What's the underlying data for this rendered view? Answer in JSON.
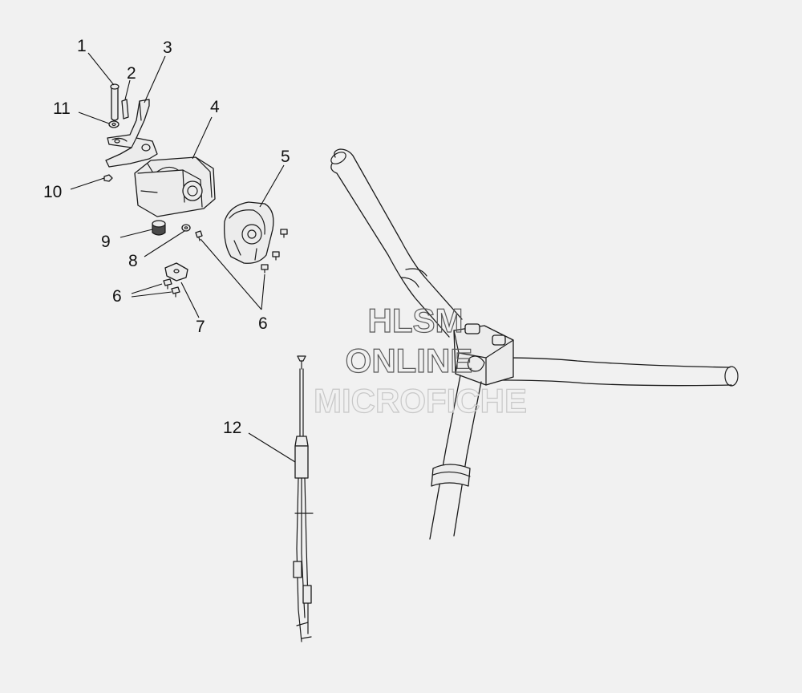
{
  "watermark": {
    "line1": "HLSM",
    "line2": "ONLINE",
    "line3": "MICROFICHE"
  },
  "callouts": {
    "c1": "1",
    "c2": "2",
    "c3": "3",
    "c4": "4",
    "c5": "5",
    "c6a": "6",
    "c6b": "6",
    "c7": "7",
    "c8": "8",
    "c9": "9",
    "c10": "10",
    "c11": "11",
    "c12": "12"
  },
  "colors": {
    "background": "#f1f1f1",
    "line": "#1a1a1a",
    "watermark": "#5a5a5a"
  }
}
